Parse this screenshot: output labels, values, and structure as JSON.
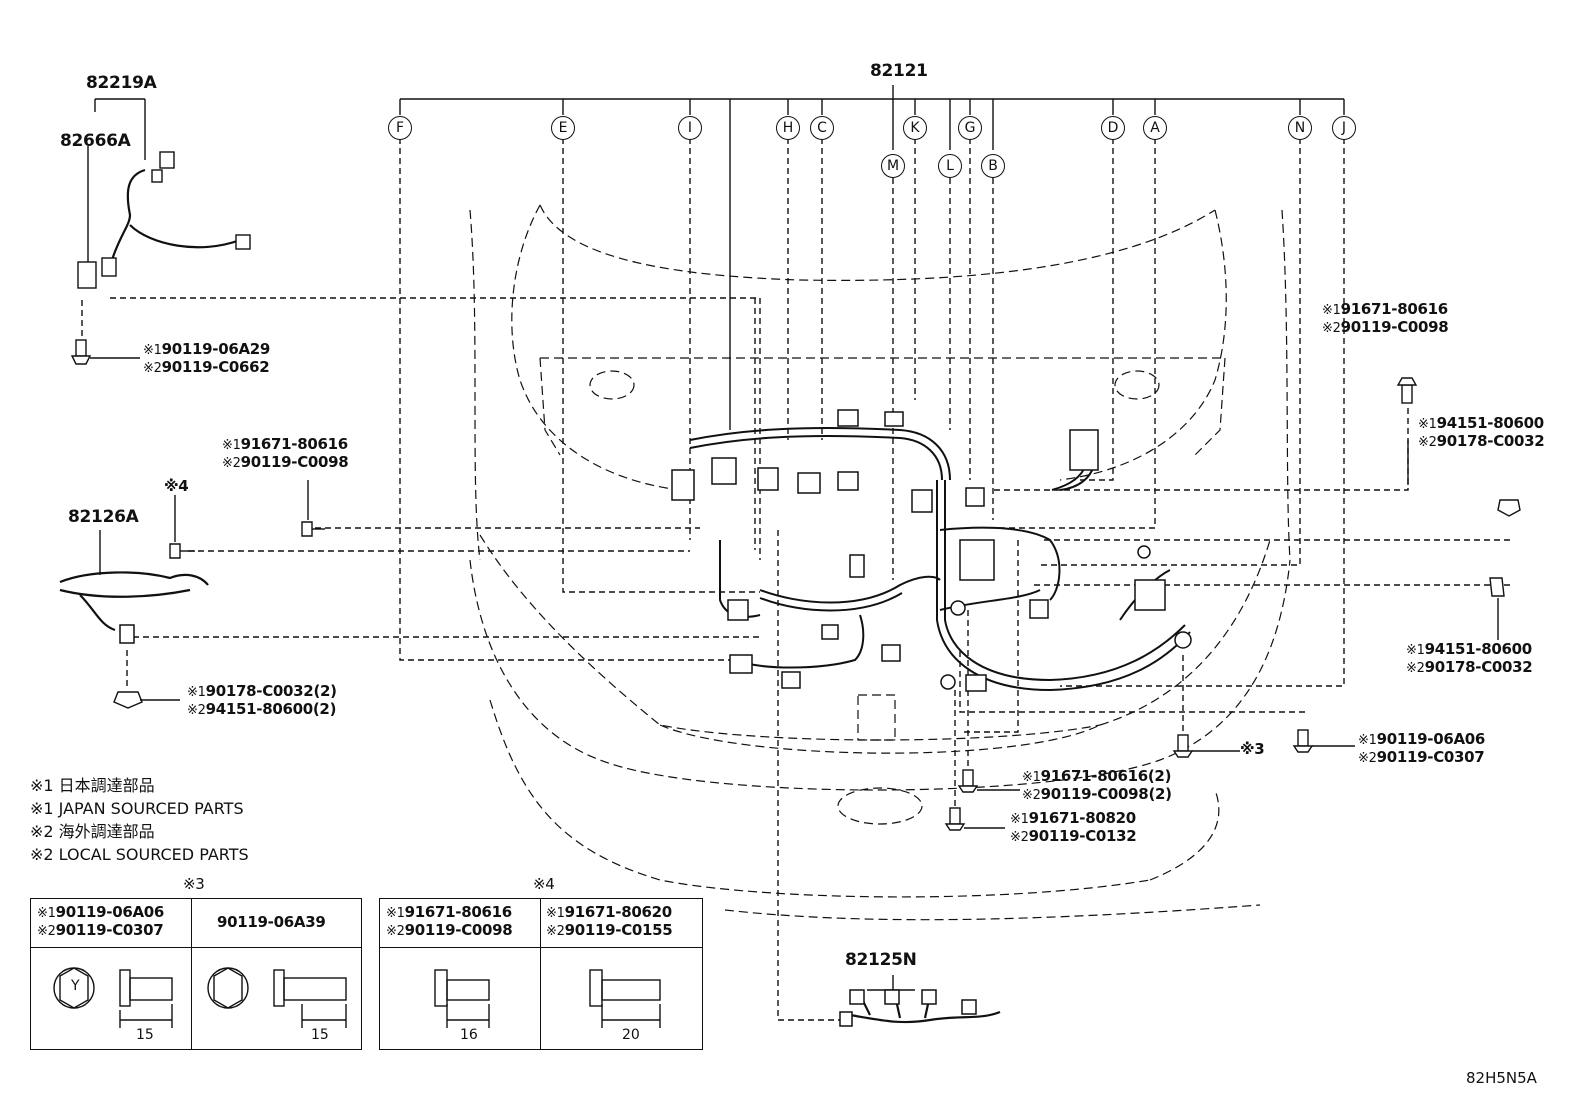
{
  "main_part": "82121",
  "connectors": [
    "F",
    "E",
    "I",
    "H",
    "C",
    "M",
    "K",
    "L",
    "G",
    "B",
    "D",
    "A",
    "N",
    "J"
  ],
  "parts": {
    "p82219A": "82219A",
    "p82666A": "82666A",
    "p82126A": "82126A",
    "p82125N": "82125N"
  },
  "callouts": {
    "a": {
      "l1": "90119-06A29",
      "l2": "90119-C0662"
    },
    "b": {
      "l1": "91671-80616",
      "l2": "90119-C0098"
    },
    "c": {
      "l1": "90178-C0032(2)",
      "l2": "94151-80600(2)"
    },
    "d": {
      "l1": "91671-80616",
      "l2": "90119-C0098"
    },
    "e": {
      "l1": "94151-80600",
      "l2": "90178-C0032"
    },
    "f": {
      "l1": "94151-80600",
      "l2": "90178-C0032"
    },
    "g": {
      "l1": "90119-06A06",
      "l2": "90119-C0307"
    },
    "h": {
      "l1": "91671-80616(2)",
      "l2": "90119-C0098(2)"
    },
    "i": {
      "l1": "91671-80820",
      "l2": "90119-C0132"
    }
  },
  "marks": {
    "m1": "※1",
    "m2": "※2",
    "m3": "※3",
    "m4": "※4"
  },
  "notes": [
    "※1 日本調達部品",
    "※1 JAPAN SOURCED PARTS",
    "※2 海外調達部品",
    "※2 LOCAL SOURCED PARTS"
  ],
  "table3": {
    "title": "※3",
    "c1l1": "90119-06A06",
    "c1l2": "90119-C0307",
    "c2": "90119-06A39",
    "dim1": "15",
    "dim2": "15",
    "bolt_mark": "Y"
  },
  "table4": {
    "title": "※4",
    "c1l1": "91671-80616",
    "c1l2": "90119-C0098",
    "c2l1": "91671-80620",
    "c2l2": "90119-C0155",
    "dim1": "16",
    "dim2": "20"
  },
  "diagram_code": "82H5N5A"
}
